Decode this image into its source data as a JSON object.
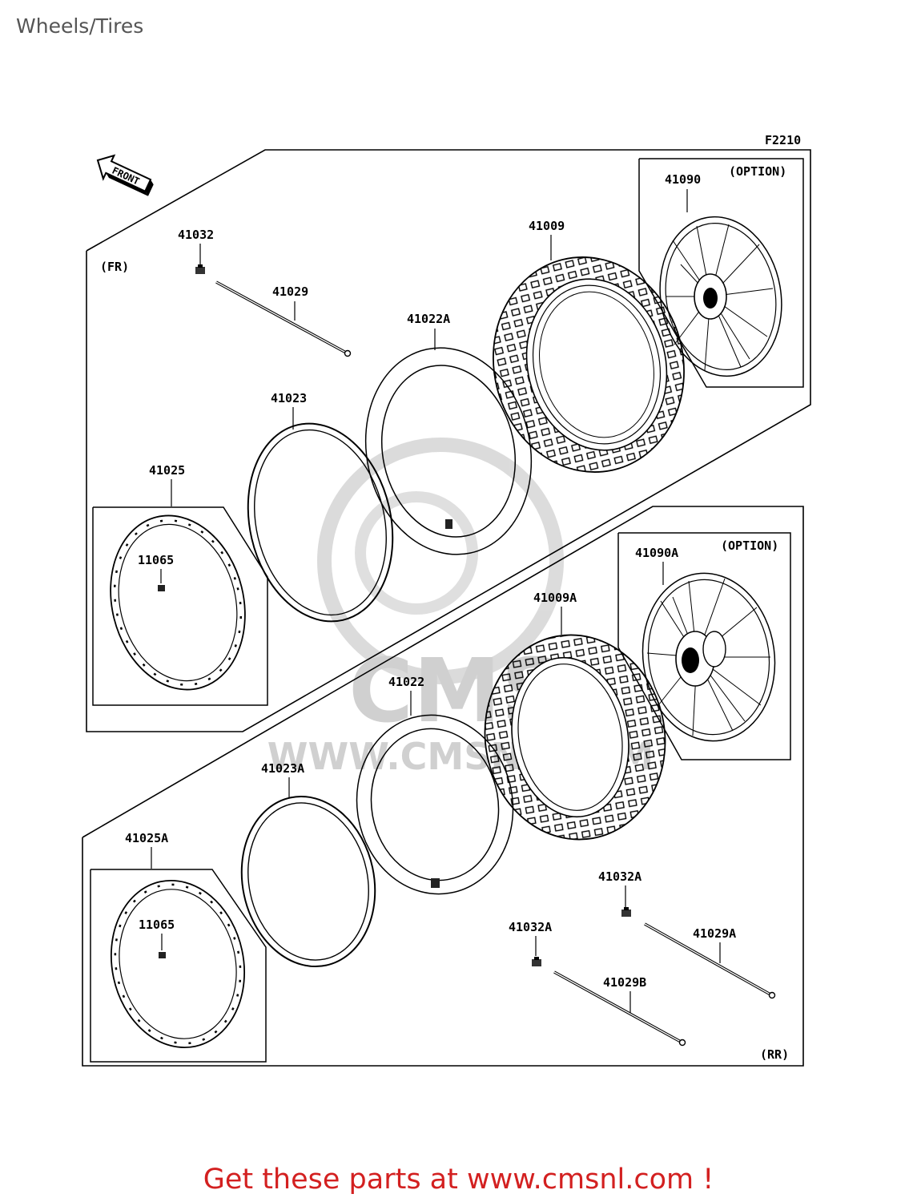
{
  "page": {
    "title": "Wheels/Tires"
  },
  "diagram": {
    "code": "F2210",
    "front_arrow": "FRONT",
    "watermark": "WWW.CMSNL.COM",
    "watermark_logo": "CMS",
    "sections": {
      "front": "(FR)",
      "rear": "(RR)",
      "option_front": "(OPTION)",
      "option_rear": "(OPTION)"
    },
    "parts": {
      "p41032": "41032",
      "p41029": "41029",
      "p41022A": "41022A",
      "p41009": "41009",
      "p41090": "41090",
      "p41023": "41023",
      "p41025": "41025",
      "p11065_front": "11065",
      "p41090A": "41090A",
      "p41009A": "41009A",
      "p41022": "41022",
      "p41023A": "41023A",
      "p41025A": "41025A",
      "p11065_rear": "11065",
      "p41032A_upper": "41032A",
      "p41029A": "41029A",
      "p41032A_lower": "41032A",
      "p41029B": "41029B"
    }
  },
  "footer": {
    "cta": "Get these parts at www.cmsnl.com !"
  },
  "colors": {
    "cta": "#d32020",
    "title": "#555555",
    "line": "#000000",
    "watermark": "#cccccc"
  }
}
